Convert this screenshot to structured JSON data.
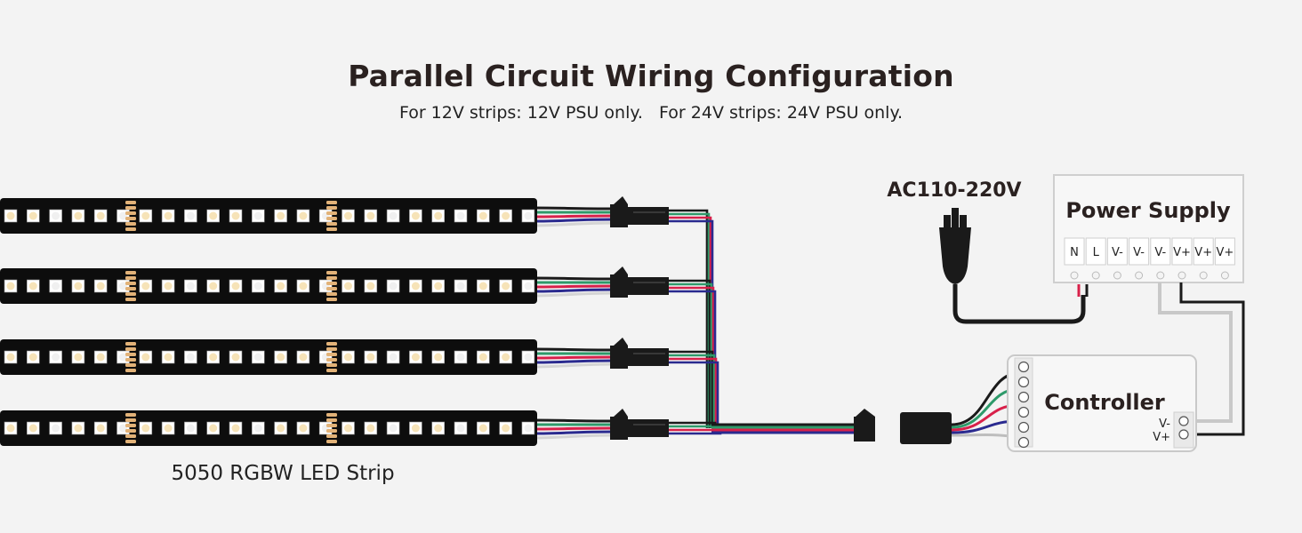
{
  "header": {
    "title": "Parallel Circuit Wiring Configuration",
    "subtitle": "For 12V strips: 12V PSU only.   For 24V strips: 24V PSU only."
  },
  "led_strip": {
    "label": "5050 RGBW LED Strip",
    "count": 4
  },
  "ac_input": {
    "label": "AC110-220V"
  },
  "power_supply": {
    "title": "Power Supply",
    "terminals": [
      "N",
      "L",
      "V-",
      "V-",
      "V-",
      "V+",
      "V+",
      "V+"
    ]
  },
  "controller": {
    "title": "Controller",
    "power_terminals": [
      "V-",
      "V+"
    ]
  },
  "wire_colors": {
    "black": "#1a1a1a",
    "green": "#2e9a6a",
    "red": "#d8204a",
    "blue": "#2a2a8f",
    "white": "#d4d4d4",
    "gray": "#bdbdbd",
    "strip": "#0d0d0d",
    "led_warm": "#f6e3b8",
    "led_cool": "#f0f0f0"
  }
}
